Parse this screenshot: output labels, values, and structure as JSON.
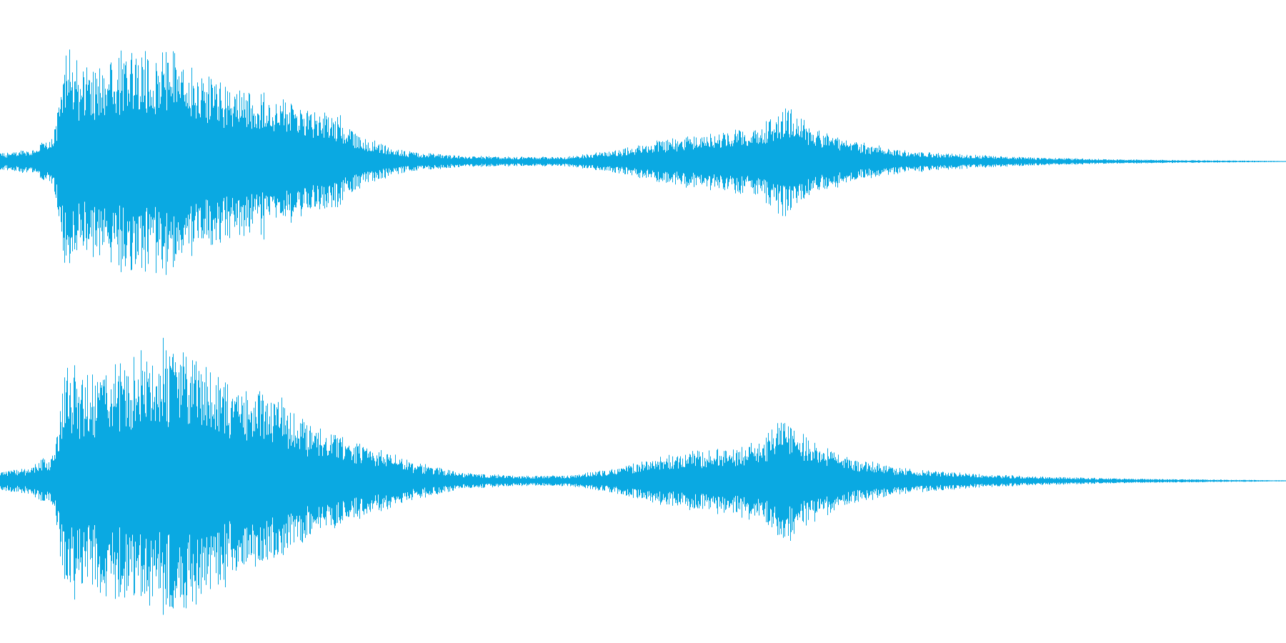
{
  "waveform": {
    "color": "#0aa9e2",
    "channels": [
      {
        "name": "channel-1",
        "envelope": [
          [
            0.0,
            0.07
          ],
          [
            0.02,
            0.1
          ],
          [
            0.04,
            0.2
          ],
          [
            0.045,
            0.45
          ],
          [
            0.05,
            0.95
          ],
          [
            0.06,
            0.75
          ],
          [
            0.08,
            0.85
          ],
          [
            0.1,
            0.9
          ],
          [
            0.12,
            0.95
          ],
          [
            0.14,
            0.88
          ],
          [
            0.16,
            0.75
          ],
          [
            0.18,
            0.62
          ],
          [
            0.2,
            0.65
          ],
          [
            0.22,
            0.55
          ],
          [
            0.24,
            0.45
          ],
          [
            0.26,
            0.4
          ],
          [
            0.28,
            0.22
          ],
          [
            0.3,
            0.14
          ],
          [
            0.32,
            0.08
          ],
          [
            0.36,
            0.05
          ],
          [
            0.4,
            0.04
          ],
          [
            0.44,
            0.04
          ],
          [
            0.48,
            0.1
          ],
          [
            0.52,
            0.2
          ],
          [
            0.56,
            0.25
          ],
          [
            0.59,
            0.3
          ],
          [
            0.61,
            0.48
          ],
          [
            0.63,
            0.3
          ],
          [
            0.66,
            0.18
          ],
          [
            0.7,
            0.1
          ],
          [
            0.75,
            0.06
          ],
          [
            0.8,
            0.035
          ],
          [
            0.86,
            0.02
          ],
          [
            0.92,
            0.012
          ],
          [
            0.96,
            0.008
          ],
          [
            1.0,
            0.004
          ]
        ]
      },
      {
        "name": "channel-2",
        "envelope": [
          [
            0.0,
            0.07
          ],
          [
            0.02,
            0.1
          ],
          [
            0.04,
            0.2
          ],
          [
            0.045,
            0.45
          ],
          [
            0.05,
            0.9
          ],
          [
            0.06,
            0.78
          ],
          [
            0.08,
            0.85
          ],
          [
            0.1,
            0.9
          ],
          [
            0.12,
            0.97
          ],
          [
            0.14,
            0.98
          ],
          [
            0.16,
            0.9
          ],
          [
            0.18,
            0.7
          ],
          [
            0.2,
            0.68
          ],
          [
            0.22,
            0.62
          ],
          [
            0.24,
            0.42
          ],
          [
            0.26,
            0.36
          ],
          [
            0.28,
            0.28
          ],
          [
            0.3,
            0.22
          ],
          [
            0.32,
            0.15
          ],
          [
            0.34,
            0.1
          ],
          [
            0.36,
            0.06
          ],
          [
            0.4,
            0.04
          ],
          [
            0.44,
            0.04
          ],
          [
            0.48,
            0.1
          ],
          [
            0.52,
            0.2
          ],
          [
            0.56,
            0.25
          ],
          [
            0.59,
            0.3
          ],
          [
            0.61,
            0.48
          ],
          [
            0.63,
            0.32
          ],
          [
            0.66,
            0.18
          ],
          [
            0.7,
            0.1
          ],
          [
            0.75,
            0.06
          ],
          [
            0.8,
            0.035
          ],
          [
            0.86,
            0.02
          ],
          [
            0.92,
            0.012
          ],
          [
            0.96,
            0.008
          ],
          [
            1.0,
            0.004
          ]
        ]
      }
    ]
  }
}
